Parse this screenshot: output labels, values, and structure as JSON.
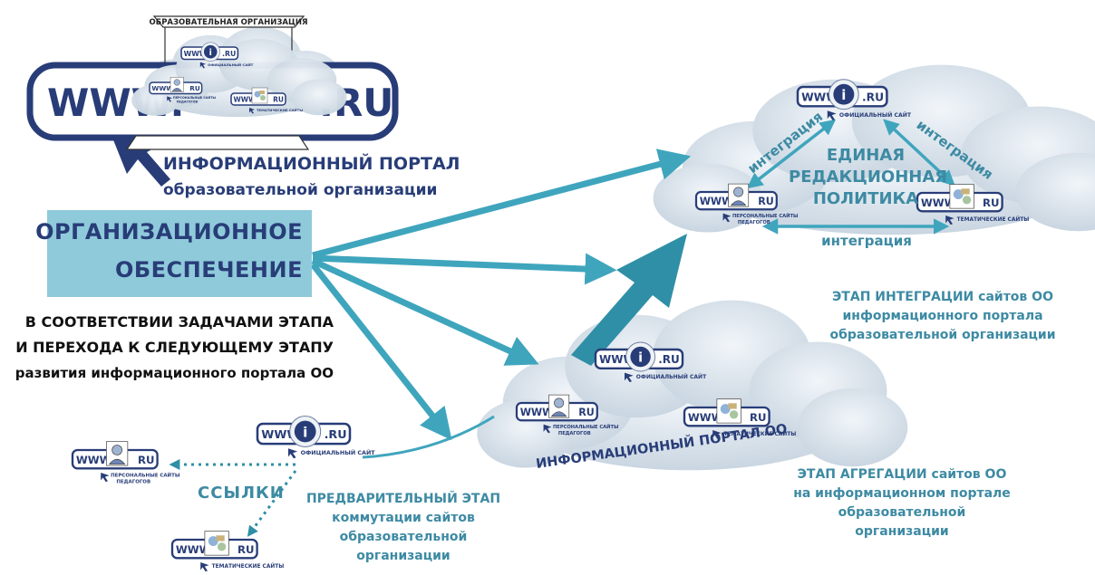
{
  "colors": {
    "navy": "#283d78",
    "teal": "#3fa5bd",
    "teal_dark": "#2f8fa6",
    "cloud": "#d9e3ec",
    "box": "#8fcadb",
    "caption": "#3d8aa3"
  },
  "site_labels": {
    "www": "WWW.",
    "ru": ".RU",
    "ru_short": "RU",
    "info_letter": "i",
    "official": "ОФИЦИАЛЬНЫЙ САЙТ",
    "teachers_line1": "ПЕРСОНАЛЬНЫЕ САЙТЫ",
    "teachers_line2": "ПЕДАГОГОВ",
    "thematic": "ТЕМАТИЧЕСКИЕ САЙТЫ"
  },
  "top_left": {
    "banner": "ОБРАЗОВАТЕЛЬНАЯ ОРГАНИЗАЦИЯ",
    "big_www": "WWW.",
    "big_ru": ".RU",
    "portal_title": "ИНФОРМАЦИОННЫЙ ПОРТАЛ",
    "portal_subtitle": "образовательной организации"
  },
  "org_box": {
    "line1": "ОРГАНИЗАЦИОННОЕ",
    "line2": "ОБЕСПЕЧЕНИЕ"
  },
  "left_text": {
    "line1": "В СООТВЕТСТВИИ ЗАДАЧАМИ ЭТАПА",
    "line2": "И ПЕРЕХОДА К СЛЕДУЮЩЕМУ ЭТАПУ",
    "line3": "развития информационного портала ОО"
  },
  "integration_cloud": {
    "center_line1": "ЕДИНАЯ",
    "center_line2": "РЕДАКЦИОННАЯ",
    "center_line3": "ПОЛИТИКА",
    "edge_label": "интеграция"
  },
  "aggregation_cloud": {
    "label": "ИНФОРМАЦИОННЫЙ ПОРТАЛ ОО"
  },
  "links_label": "ССЫЛКИ",
  "stages": {
    "integration": [
      "ЭТАП ИНТЕГРАЦИИ  сайтов ОО",
      "информационного портала",
      "образовательной организации"
    ],
    "aggregation": [
      "ЭТАП АГРЕГАЦИИ сайтов ОО",
      "на информационном портале",
      "образовательной",
      "организации"
    ],
    "preliminary": [
      "ПРЕДВАРИТЕЛЬНЫЙ ЭТАП",
      "коммутации сайтов",
      "образовательной",
      "организации"
    ]
  }
}
